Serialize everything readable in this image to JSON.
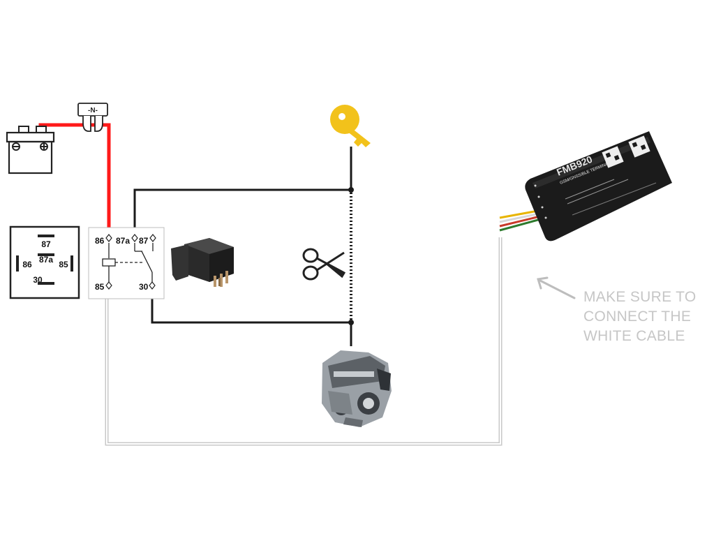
{
  "relay_symbol_pins": {
    "top": "87",
    "center": "87a",
    "left": "86",
    "right": "85",
    "bottom": "30"
  },
  "relay_schematic_pins": {
    "p86": "86",
    "p87a": "87a",
    "p87": "87",
    "p85": "85",
    "p30": "30"
  },
  "fuse_label": "-N-",
  "device": {
    "model": "FMB920",
    "subtitle": "GSM/GNSS/BLE TERMINAL"
  },
  "note_lines": [
    "MAKE SURE TO",
    "CONNECT THE",
    "WHITE CABLE"
  ],
  "colors": {
    "power_wire": "#ff1a1a",
    "signal_wire": "#1a1a1a",
    "white_cable": "#c8c8c8",
    "key": "#f2c21b",
    "note_text": "#c6c6c6"
  },
  "icons": [
    "battery-icon",
    "fuse-icon",
    "key-icon",
    "scissors-icon",
    "relay-photo",
    "engine-icon",
    "tracker-device",
    "arrow-icon"
  ]
}
